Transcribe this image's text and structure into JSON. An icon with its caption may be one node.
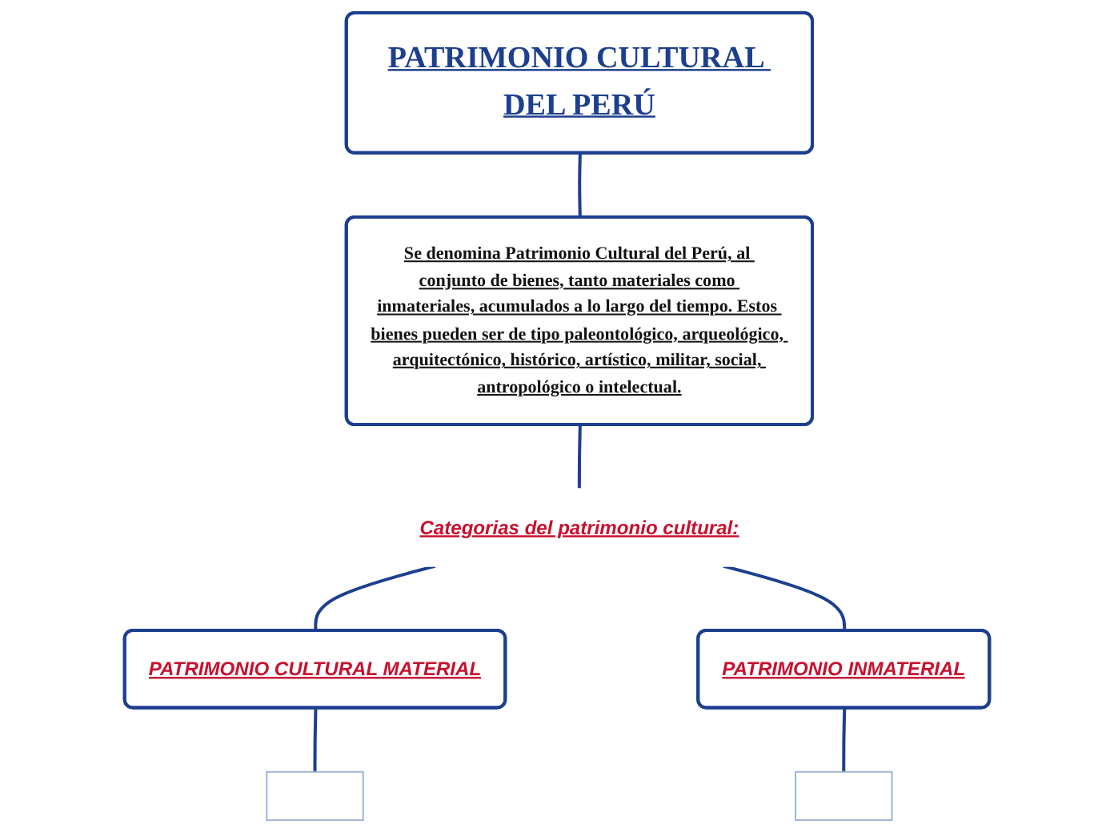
{
  "diagram": {
    "nodes": [
      {
        "text": [
          "PATRIMONIO CULTURAL DEL PERÚ"
        ]
      },
      {
        "text": [
          "Se denomina Patrimonio Cultural del Perú, al conjunto de bienes, tanto materiales como inmateriales, acumulados a lo largo del tiempo. Estos bienes pueden ser de tipo paleontológico, arqueológico, arquitectónico, histórico, artístico, militar, social, antropológico o intelectual."
        ]
      },
      {
        "text": [
          "Categorias del patrimonio cultural:"
        ]
      },
      {
        "text": [
          "PATRIMONIO CULTURAL MATERIAL"
        ]
      },
      {
        "text": [
          "PATRIMONIO INMATERIAL"
        ]
      },
      {
        "text": [],
        "shape": "box"
      },
      {
        "text": [],
        "shape": "box"
      }
    ],
    "edges": [
      {
        "from": 0,
        "to": 1,
        "arrow": "none"
      },
      {
        "from": 1,
        "to": 2,
        "arrow": "none"
      },
      {
        "from": 2,
        "to": 3,
        "arrow": "none"
      },
      {
        "from": 2,
        "to": 4,
        "arrow": "none"
      },
      {
        "from": 3,
        "to": 5,
        "arrow": "none"
      },
      {
        "from": 4,
        "to": 6,
        "arrow": "none"
      }
    ]
  }
}
